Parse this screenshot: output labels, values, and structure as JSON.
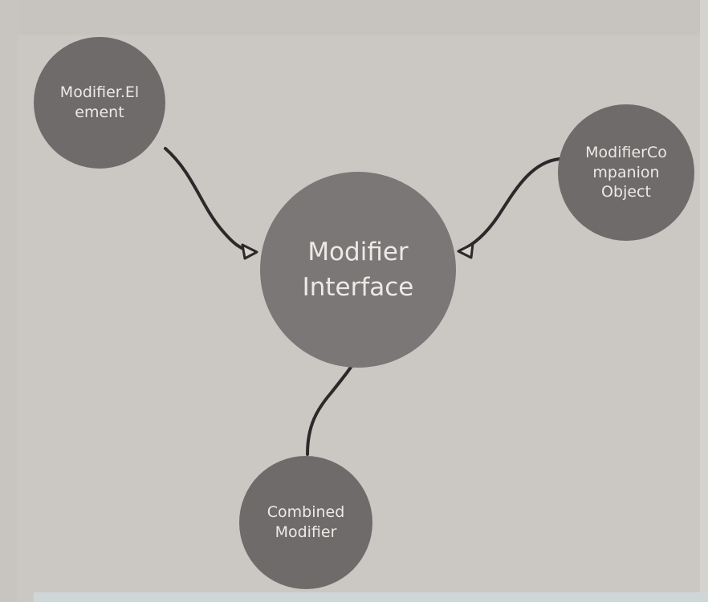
{
  "diagram": {
    "nodes": {
      "center": {
        "label": "Modifier\nInterface"
      },
      "element": {
        "label": "Modifier.El\nement"
      },
      "companion": {
        "label": "ModifierCo\nmpanion\nObject"
      },
      "combined": {
        "label": "Combined\nModifier"
      }
    },
    "edges": [
      {
        "from": "Modifier.Element",
        "to": "Modifier Interface"
      },
      {
        "from": "ModifierCompanionObject",
        "to": "Modifier Interface"
      },
      {
        "from": "CombinedModifier",
        "to": "Modifier Interface"
      }
    ],
    "colors": {
      "background": "#cbc8c4",
      "node_fill": "#6e6b6a",
      "center_fill": "#7a7776",
      "node_text": "#ece9e6",
      "edge": "#2a2a2a"
    }
  }
}
